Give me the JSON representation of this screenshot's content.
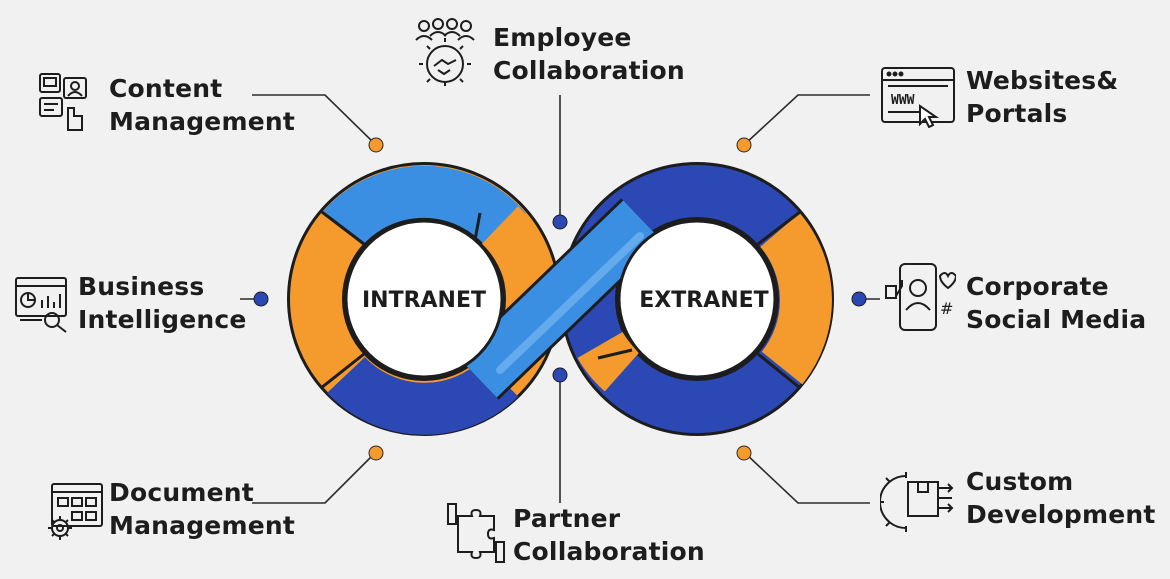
{
  "center": {
    "left_label": "INTRANET",
    "right_label": "EXTRANET"
  },
  "colors": {
    "orange": "#f59a2c",
    "light_blue": "#3b8fe2",
    "dark_blue": "#2c48b4",
    "outline": "#1d1d1d",
    "connector_dot_orange": "#f59a2c",
    "connector_dot_blue": "#2c48b4"
  },
  "items": {
    "content_management": {
      "line1": "Content",
      "line2": "Management",
      "icon": "content-management-icon"
    },
    "employee_collaboration": {
      "line1": "Employee",
      "line2": "Collaboration",
      "icon": "handshake-gear-icon"
    },
    "websites_portals": {
      "line1": "Websites&",
      "line2": "Portals",
      "icon": "browser-www-icon"
    },
    "business_intelligence": {
      "line1": "Business",
      "line2": "Intelligence",
      "icon": "analytics-dashboard-icon"
    },
    "corporate_social_media": {
      "line1": "Corporate",
      "line2": "Social Media",
      "icon": "social-phone-icon"
    },
    "document_management": {
      "line1": "Document",
      "line2": "Management",
      "icon": "document-gear-icon"
    },
    "partner_collaboration": {
      "line1": "Partner",
      "line2": "Collaboration",
      "icon": "puzzle-hands-icon"
    },
    "custom_development": {
      "line1": "Custom",
      "line2": "Development",
      "icon": "gear-box-icon"
    }
  }
}
